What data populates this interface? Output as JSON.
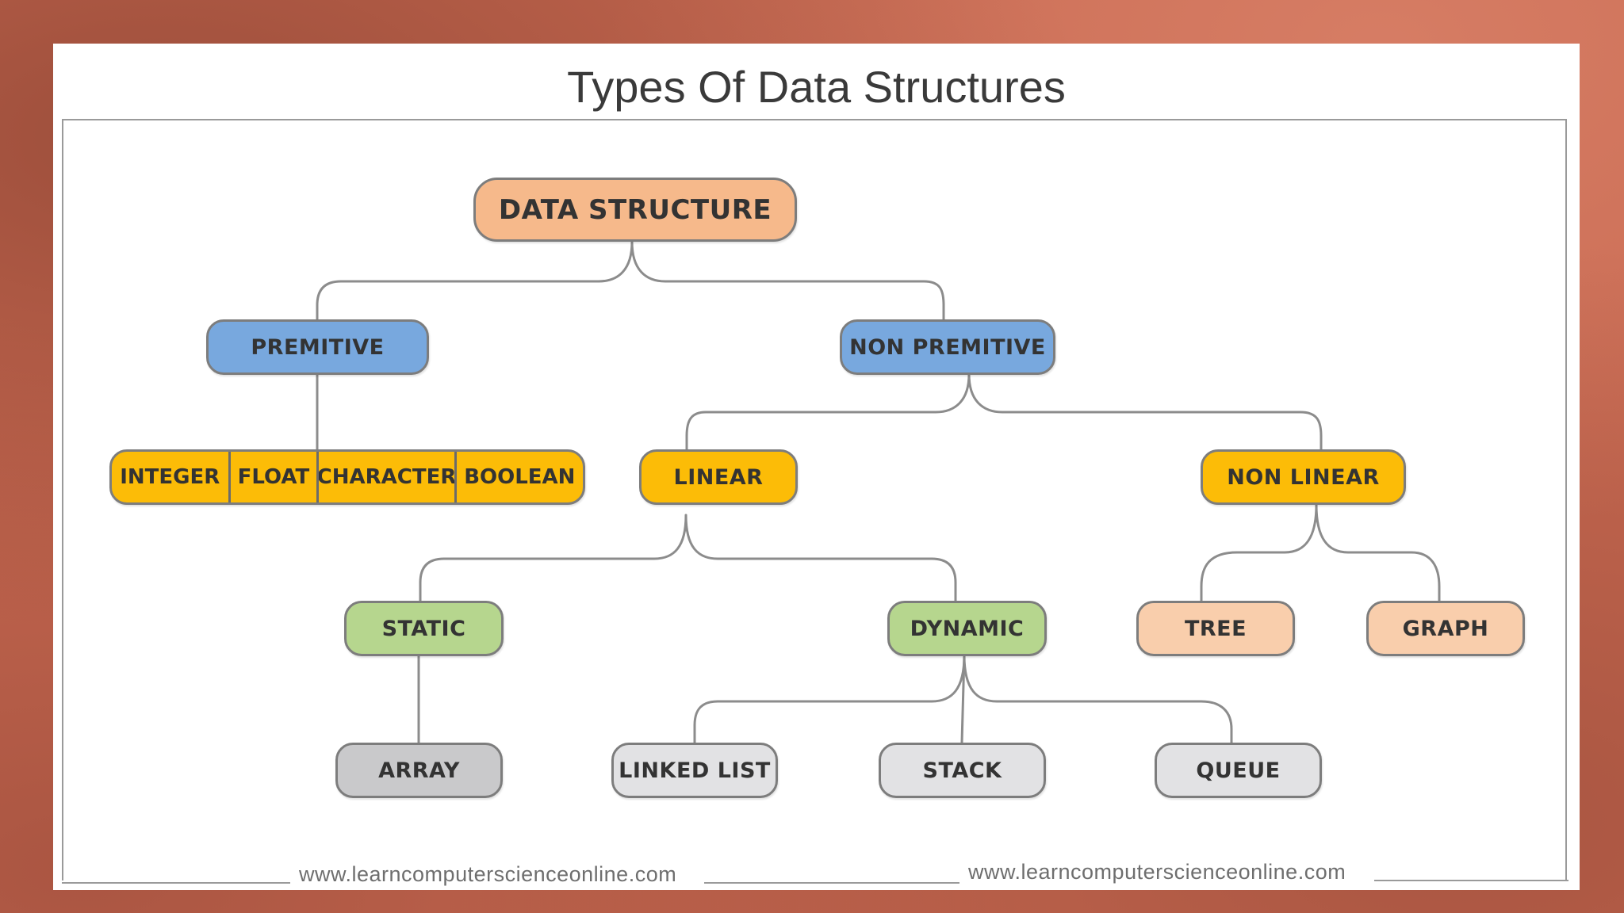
{
  "title": "Types Of Data Structures",
  "nodes": {
    "data_structure": "DATA  STRUCTURE",
    "premitive": "PREMITIVE",
    "non_premitive": "NON  PREMITIVE",
    "integer": "INTEGER",
    "float": "FLOAT",
    "character": "CHARACTER",
    "boolean": "BOOLEAN",
    "linear": "LINEAR",
    "non_linear": "NON  LINEAR",
    "static": "STATIC",
    "dynamic": "DYNAMIC",
    "tree": "TREE",
    "graph": "GRAPH",
    "array": "ARRAY",
    "linked_list": "LINKED  LIST",
    "stack": "STACK",
    "queue": "QUEUE"
  },
  "watermarks": [
    "www.learncomputerscienceonline.com",
    "www.learncomputerscienceonline.com"
  ],
  "colors": {
    "root": "#f6b98b",
    "level1": "#78a8de",
    "level2": "#fcbc07",
    "linear_children": "#b6d68e",
    "nonlinear_children": "#f9ceac",
    "leaves": "#e2e2e4"
  }
}
